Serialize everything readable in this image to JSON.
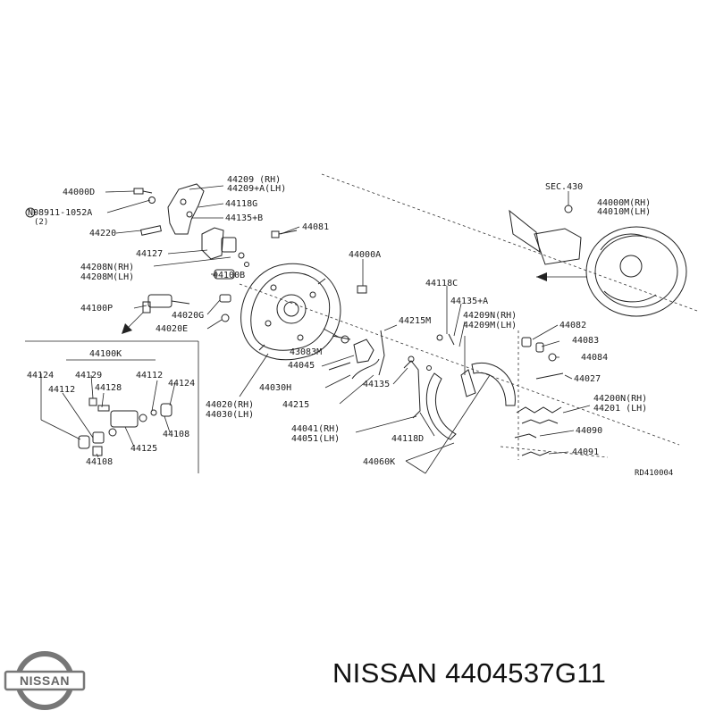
{
  "diagram": {
    "labels": {
      "p44000D": "44000D",
      "p44209": "44209  (RH)",
      "p44209A": "44209+A(LH)",
      "p44118G": "44118G",
      "pN08911": "N08911-1052A",
      "pN08911qty": "(2)",
      "p44135B": "44135+B",
      "p44220": "44220",
      "p44081": "44081",
      "p44127": "44127",
      "p44000A": "44000A",
      "p44208N": "44208N(RH)",
      "p44208M": "44208M(LH)",
      "p44100B": "44100B",
      "p44100P": "44100P",
      "p44020G": "44020G",
      "p44020E": "44020E",
      "p44100K": "44100K",
      "p44124a": "44124",
      "p44129": "44129",
      "p44112a": "44112",
      "p44124b": "44124",
      "p44112b": "44112",
      "p44128": "44128",
      "p44108a": "44108",
      "p44125": "44125",
      "p44108b": "44108",
      "pSEC430": "SEC.430",
      "p44000M": "44000M(RH)",
      "p44010M": "44010M(LH)",
      "p44118C": "44118C",
      "p44135A": "44135+A",
      "p44215M": "44215M",
      "p44209N": "44209N(RH)",
      "p44209M": "44209M(LH)",
      "p44082": "44082",
      "p43083M": "43083M",
      "p44083": "44083",
      "p44045": "44045",
      "p44084": "44084",
      "p44030H": "44030H",
      "p44135": "44135",
      "p44027": "44027",
      "p44020": "44020(RH)",
      "p44030": "44030(LH)",
      "p44215": "44215",
      "p44200N": "44200N(RH)",
      "p44201": "44201  (LH)",
      "p44041": "44041(RH)",
      "p44051": "44051(LH)",
      "p44090": "44090",
      "p44118D": "44118D",
      "p44060K": "44060K",
      "p44091": "44091",
      "ref": "RD410004"
    }
  },
  "brand": {
    "logo_name": "NISSAN",
    "caption": "NISSAN 4404537G11"
  }
}
